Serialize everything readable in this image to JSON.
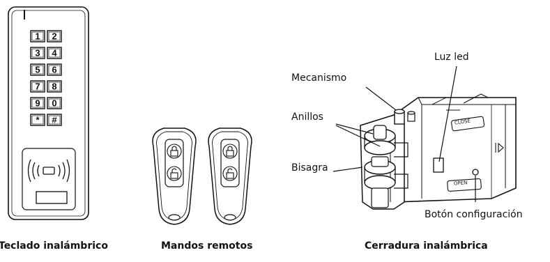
{
  "captions": {
    "keypad": "Teclado inalámbrico",
    "remotes": "Mandos remotos",
    "lock": "Cerradura inalámbrica"
  },
  "keypad": {
    "keys": [
      [
        "1",
        "2"
      ],
      [
        "3",
        "4"
      ],
      [
        "5",
        "6"
      ],
      [
        "7",
        "8"
      ],
      [
        "9",
        "0"
      ],
      [
        "*",
        "#"
      ]
    ]
  },
  "lock": {
    "close_label": "CLOSE",
    "open_label": "OPEN",
    "callouts": {
      "led": "Luz led",
      "mechanism": "Mecanismo",
      "rings": "Anillos",
      "hinge": "Bisagra",
      "config_button": "Botón configuración"
    }
  },
  "colors": {
    "line": "#111111",
    "fill": "#ffffff",
    "body_shade": "#e8e8e8"
  }
}
